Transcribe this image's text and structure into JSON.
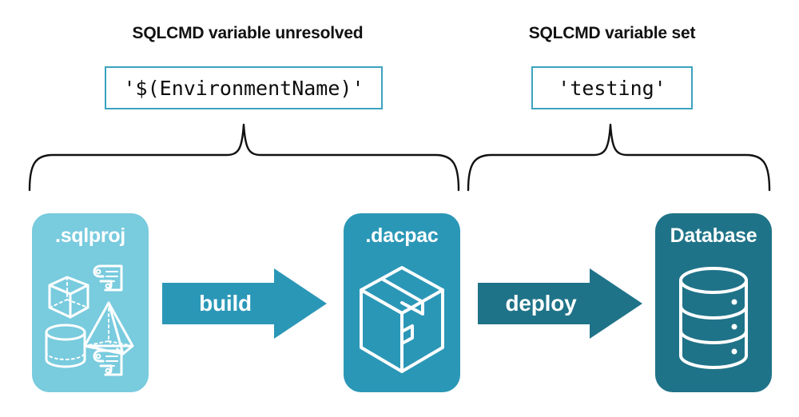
{
  "headings": {
    "left": "SQLCMD variable unresolved",
    "right": "SQLCMD variable set"
  },
  "code_boxes": {
    "left_value": "'$(EnvironmentName)'",
    "right_value": "'testing'"
  },
  "stages": [
    {
      "key": "sqlproj",
      "label": ".sqlproj",
      "color": "#79CBDE",
      "icons": [
        "cube-icon",
        "scroll-icon",
        "pyramid-icon",
        "cylinder-icon",
        "scroll-icon"
      ]
    },
    {
      "key": "dacpac",
      "label": ".dacpac",
      "color": "#2B97B7",
      "icons": [
        "package-box-icon"
      ]
    },
    {
      "key": "database",
      "label": "Database",
      "color": "#1F7388",
      "icons": [
        "database-cylinder-icon"
      ]
    }
  ],
  "arrows": [
    {
      "key": "build",
      "label": "build",
      "color": "#2B97B7"
    },
    {
      "key": "deploy",
      "label": "deploy",
      "color": "#1F7388"
    }
  ],
  "braces": {
    "color": "#111111",
    "left_span": "sqlproj-to-dacpac",
    "right_span": "dacpac-to-database"
  },
  "accent_colors": {
    "code_border": "#3BA3BE",
    "light_teal": "#79CBDE",
    "mid_teal": "#2B97B7",
    "dark_teal": "#1F7388",
    "text": "#111111"
  }
}
